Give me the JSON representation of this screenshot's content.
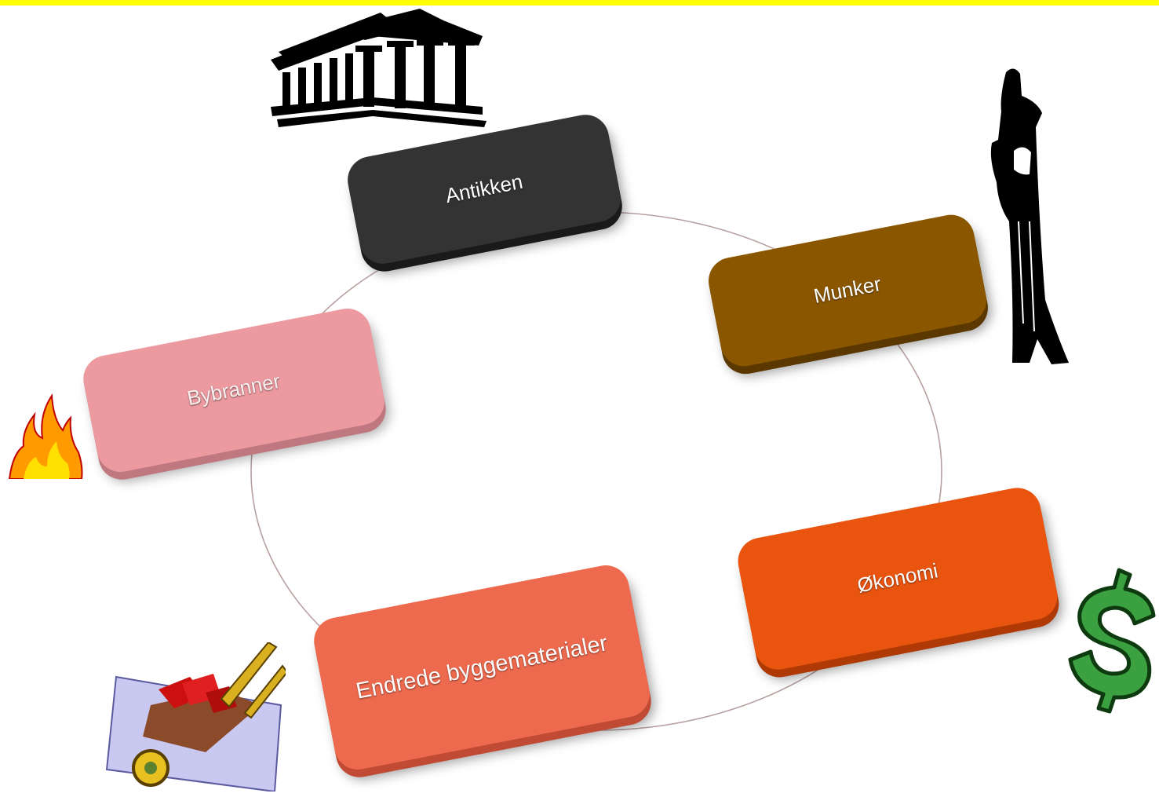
{
  "diagram": {
    "nodes": [
      {
        "id": "antikken",
        "label": "Antikken",
        "color": "#333333",
        "shadow": "#1a1a1a"
      },
      {
        "id": "munker",
        "label": "Munker",
        "color": "#8a5600",
        "shadow": "#5a3800"
      },
      {
        "id": "okonomi",
        "label": "Økonomi",
        "color": "#e9540f",
        "shadow": "#b03a06"
      },
      {
        "id": "endrede",
        "label": "Endrede byggematerialer",
        "color": "#ee6a4e",
        "shadow": "#c04a34"
      },
      {
        "id": "bybranner",
        "label": "Bybranner",
        "color": "#ec9aa0",
        "shadow": "#c07880"
      }
    ],
    "clipart": [
      "temple-icon",
      "monk-icon",
      "dollar-icon",
      "wheelbarrow-icon",
      "fire-icon"
    ]
  },
  "colors": {
    "top_bar": "#ffff00",
    "ring": "#b8a0a0"
  }
}
